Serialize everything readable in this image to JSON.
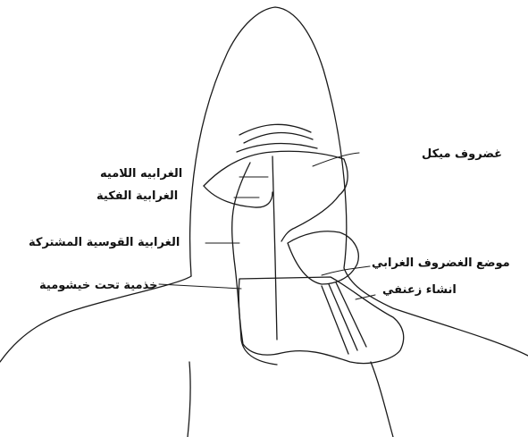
{
  "diagram": {
    "labels": {
      "meckels_cartilage": "غضروف ميكل",
      "hyoid_arch": "الغرابيه اللاميه",
      "mandibular_arch": "الغرابية الفكية",
      "common_arch": "الغرابية القوسية المشتركة",
      "subbranchial_cartilage": "خذمية تحت خيشومية",
      "gill_cartilage_site": "موضع الغضروف الغرابي",
      "fin_ray": "انشاء زعنفي"
    },
    "colors": {
      "ink": "#1a1a1a",
      "paper": "#ffffff"
    }
  }
}
